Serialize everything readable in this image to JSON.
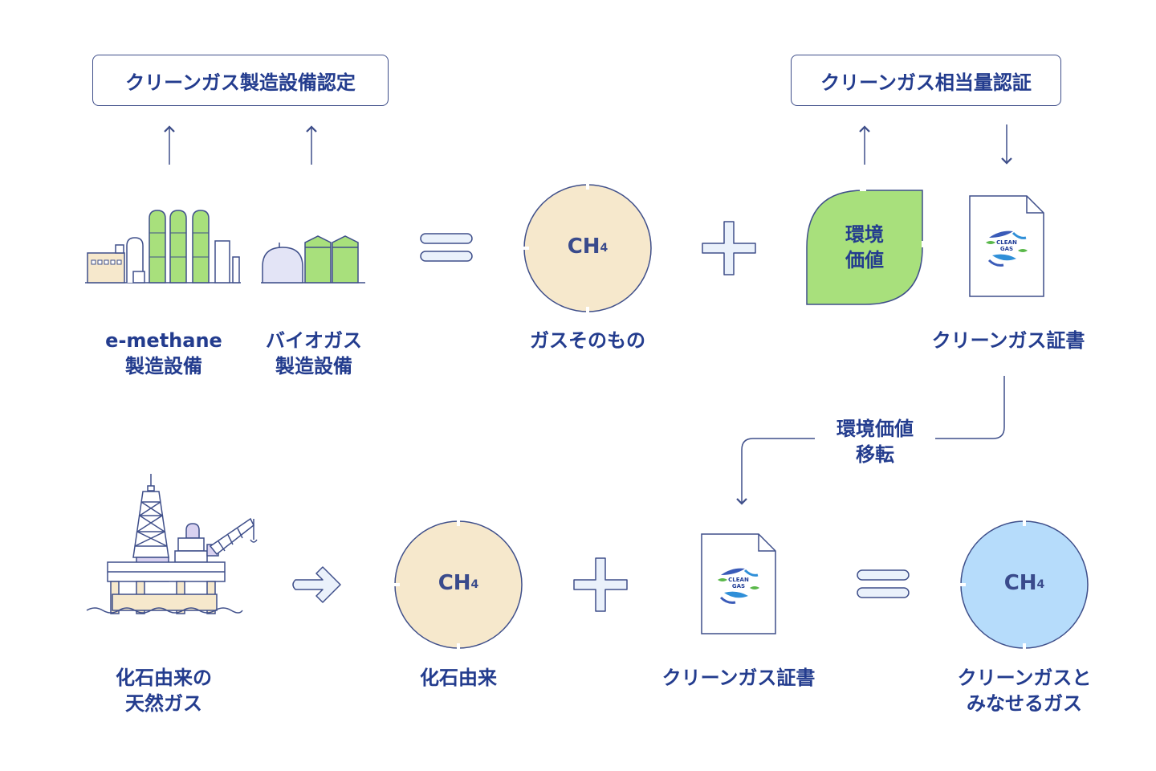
{
  "top_left_box": "クリーンガス製造設備認定",
  "top_right_box": "クリーンガス相当量認証",
  "emethane_label": [
    "e-methane",
    "製造設備"
  ],
  "biogas_label": [
    "バイオガス",
    "製造設備"
  ],
  "gas_itself_label": "ガスそのもの",
  "env_value_leaf": [
    "環境",
    "価値"
  ],
  "certificate_label": "クリーンガス証書",
  "transfer_label": [
    "環境価値",
    "移転"
  ],
  "fossil_gas_label": [
    "化石由来の",
    "天然ガス"
  ],
  "fossil_label": "化石由来",
  "certificate_label_bottom": "クリーンガス証書",
  "result_label": [
    "クリーンガスと",
    "みなせるガス"
  ],
  "ch4": {
    "base": "CH",
    "sub": "4"
  },
  "logo_text": [
    "CLEAN",
    "GAS"
  ],
  "colors": {
    "navy": "#233c8e",
    "beige": "#f6e8cc",
    "light_green": "#a8e07c",
    "light_blue": "#b6dcfb",
    "lavender": "#d9d2f0"
  }
}
